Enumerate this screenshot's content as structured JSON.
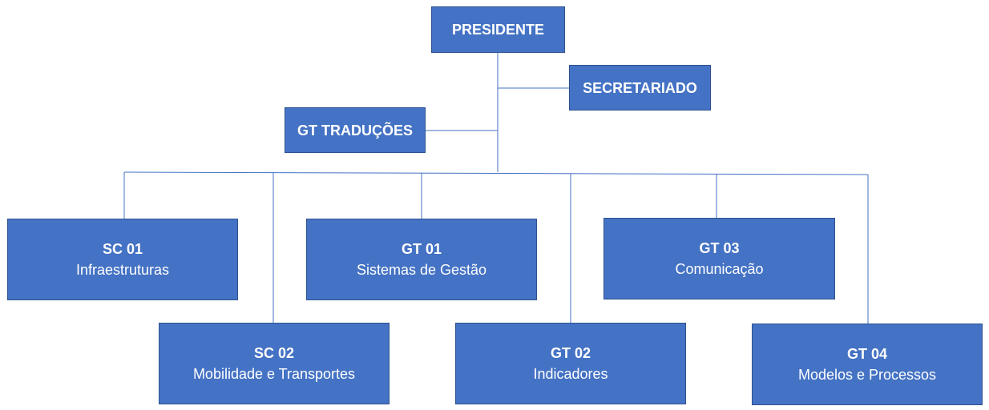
{
  "colors": {
    "box_fill": "#4472c4",
    "box_border": "#2f528f",
    "connector": "#4472c4",
    "text": "#ffffff"
  },
  "org": {
    "presidente": {
      "code": "PRESIDENTE"
    },
    "secretariado": {
      "code": "SECRETARIADO"
    },
    "gt_traducoes": {
      "code": "GT TRADUÇÕES"
    },
    "sc01": {
      "code": "SC 01",
      "desc": "Infraestruturas"
    },
    "gt01": {
      "code": "GT 01",
      "desc": "Sistemas de Gestão"
    },
    "gt03": {
      "code": "GT 03",
      "desc": "Comunicação"
    },
    "sc02": {
      "code": "SC 02",
      "desc": "Mobilidade e Transportes"
    },
    "gt02": {
      "code": "GT 02",
      "desc": "Indicadores"
    },
    "gt04": {
      "code": "GT 04",
      "desc": "Modelos e Processos"
    }
  }
}
